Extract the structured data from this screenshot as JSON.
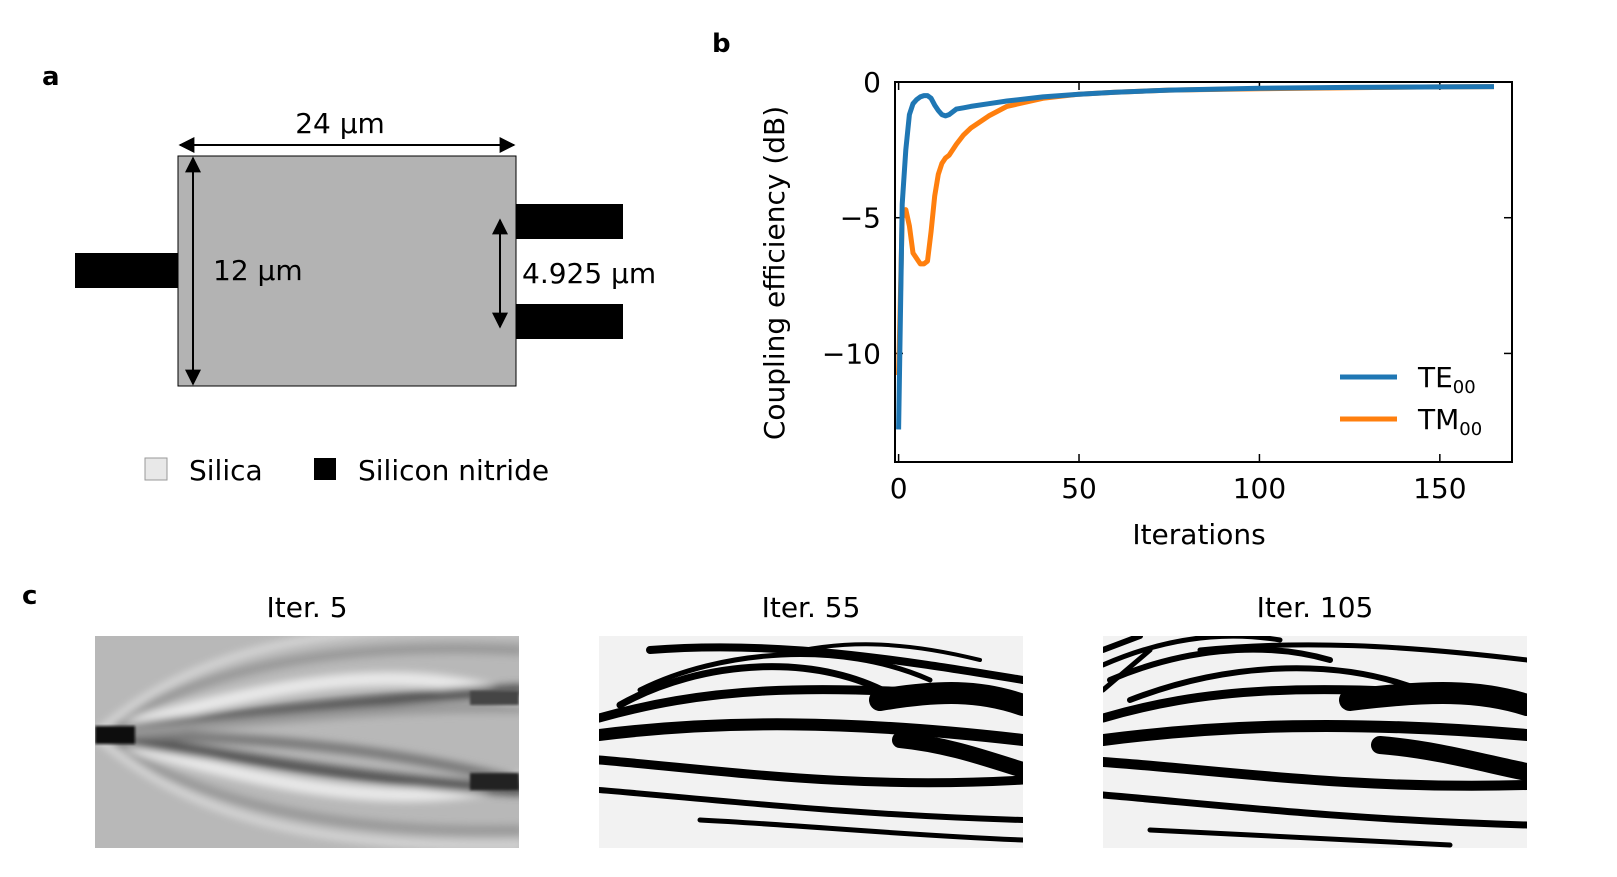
{
  "panels": {
    "a": {
      "label": "a",
      "width_label": "24 µm",
      "height_label": "12 µm",
      "gap_label": "4.925 µm",
      "legend": [
        {
          "name": "Silica",
          "color": "#e8e8e8"
        },
        {
          "name": "Silicon nitride",
          "color": "#000000"
        }
      ],
      "colors": {
        "design_region": "#b3b3b3",
        "waveguide": "#000000"
      }
    },
    "b": {
      "label": "b"
    },
    "c": {
      "label": "c",
      "titles": [
        "Iter. 5",
        "Iter. 55",
        "Iter. 105"
      ]
    }
  },
  "chart_data": {
    "type": "line",
    "xlabel": "Iterations",
    "ylabel": "Coupling efficiency (dB)",
    "xlim": [
      -1,
      170
    ],
    "ylim": [
      -14,
      0
    ],
    "xticks": [
      0,
      50,
      100,
      150
    ],
    "yticks": [
      0,
      -5,
      -10
    ],
    "ytick_labels": [
      "0",
      "−5",
      "−10"
    ],
    "legend_position": "lower-right",
    "series": [
      {
        "name": "TE",
        "sub": "00",
        "color": "#1f77b4",
        "x": [
          0,
          1,
          2,
          3,
          4,
          5,
          6,
          7,
          8,
          9,
          10,
          11,
          12,
          13,
          14,
          15,
          16,
          18,
          20,
          25,
          30,
          40,
          50,
          60,
          75,
          100,
          125,
          150,
          165
        ],
        "y": [
          -12.8,
          -4.5,
          -2.5,
          -1.2,
          -0.8,
          -0.65,
          -0.55,
          -0.5,
          -0.5,
          -0.6,
          -0.85,
          -1.05,
          -1.2,
          -1.25,
          -1.2,
          -1.1,
          -1.0,
          -0.95,
          -0.9,
          -0.8,
          -0.7,
          -0.55,
          -0.45,
          -0.38,
          -0.3,
          -0.23,
          -0.2,
          -0.18,
          -0.17
        ]
      },
      {
        "name": "TM",
        "sub": "00",
        "color": "#ff7f0e",
        "x": [
          0,
          1,
          2,
          3,
          4,
          5,
          6,
          7,
          8,
          9,
          10,
          11,
          12,
          13,
          14,
          16,
          18,
          20,
          25,
          30,
          40,
          50,
          60,
          75,
          100,
          125,
          150,
          165
        ],
        "y": [
          -10.8,
          -5.0,
          -4.7,
          -5.3,
          -6.3,
          -6.5,
          -6.7,
          -6.7,
          -6.6,
          -5.5,
          -4.2,
          -3.4,
          -3.0,
          -2.8,
          -2.7,
          -2.3,
          -1.95,
          -1.7,
          -1.25,
          -0.9,
          -0.6,
          -0.45,
          -0.38,
          -0.3,
          -0.25,
          -0.21,
          -0.18,
          -0.17
        ]
      }
    ]
  }
}
